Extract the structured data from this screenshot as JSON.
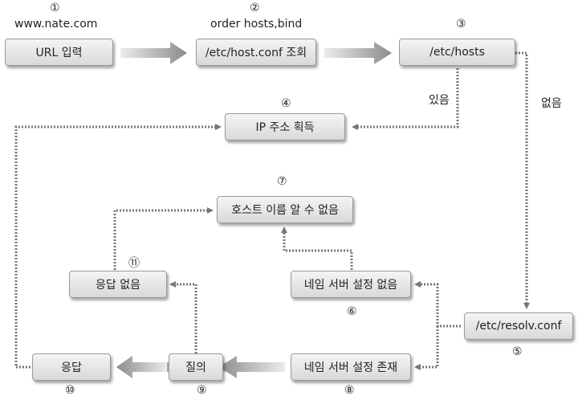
{
  "nodes": {
    "url_input": "URL 입력",
    "host_conf": "/etc/host.conf 조회",
    "hosts": "/etc/hosts",
    "ip_obtain": "IP 주소 획득",
    "host_unknown": "호스트 이름 알 수 없음",
    "no_response": "응답 없음",
    "ns_none": "네임 서버 설정 없음",
    "resolv": "/etc/resolv.conf",
    "response": "응답",
    "query": "질의",
    "ns_exist": "네임 서버 설정 존재"
  },
  "labels": {
    "url_example": "www.nate.com",
    "order": "order hosts,bind",
    "found": "있음",
    "not_found": "없음"
  },
  "steps": {
    "s1": "①",
    "s2": "②",
    "s3": "③",
    "s4": "④",
    "s5": "⑤",
    "s6": "⑥",
    "s7": "⑦",
    "s8": "⑧",
    "s9": "⑨",
    "s10": "⑩",
    "s11": "⑪"
  }
}
